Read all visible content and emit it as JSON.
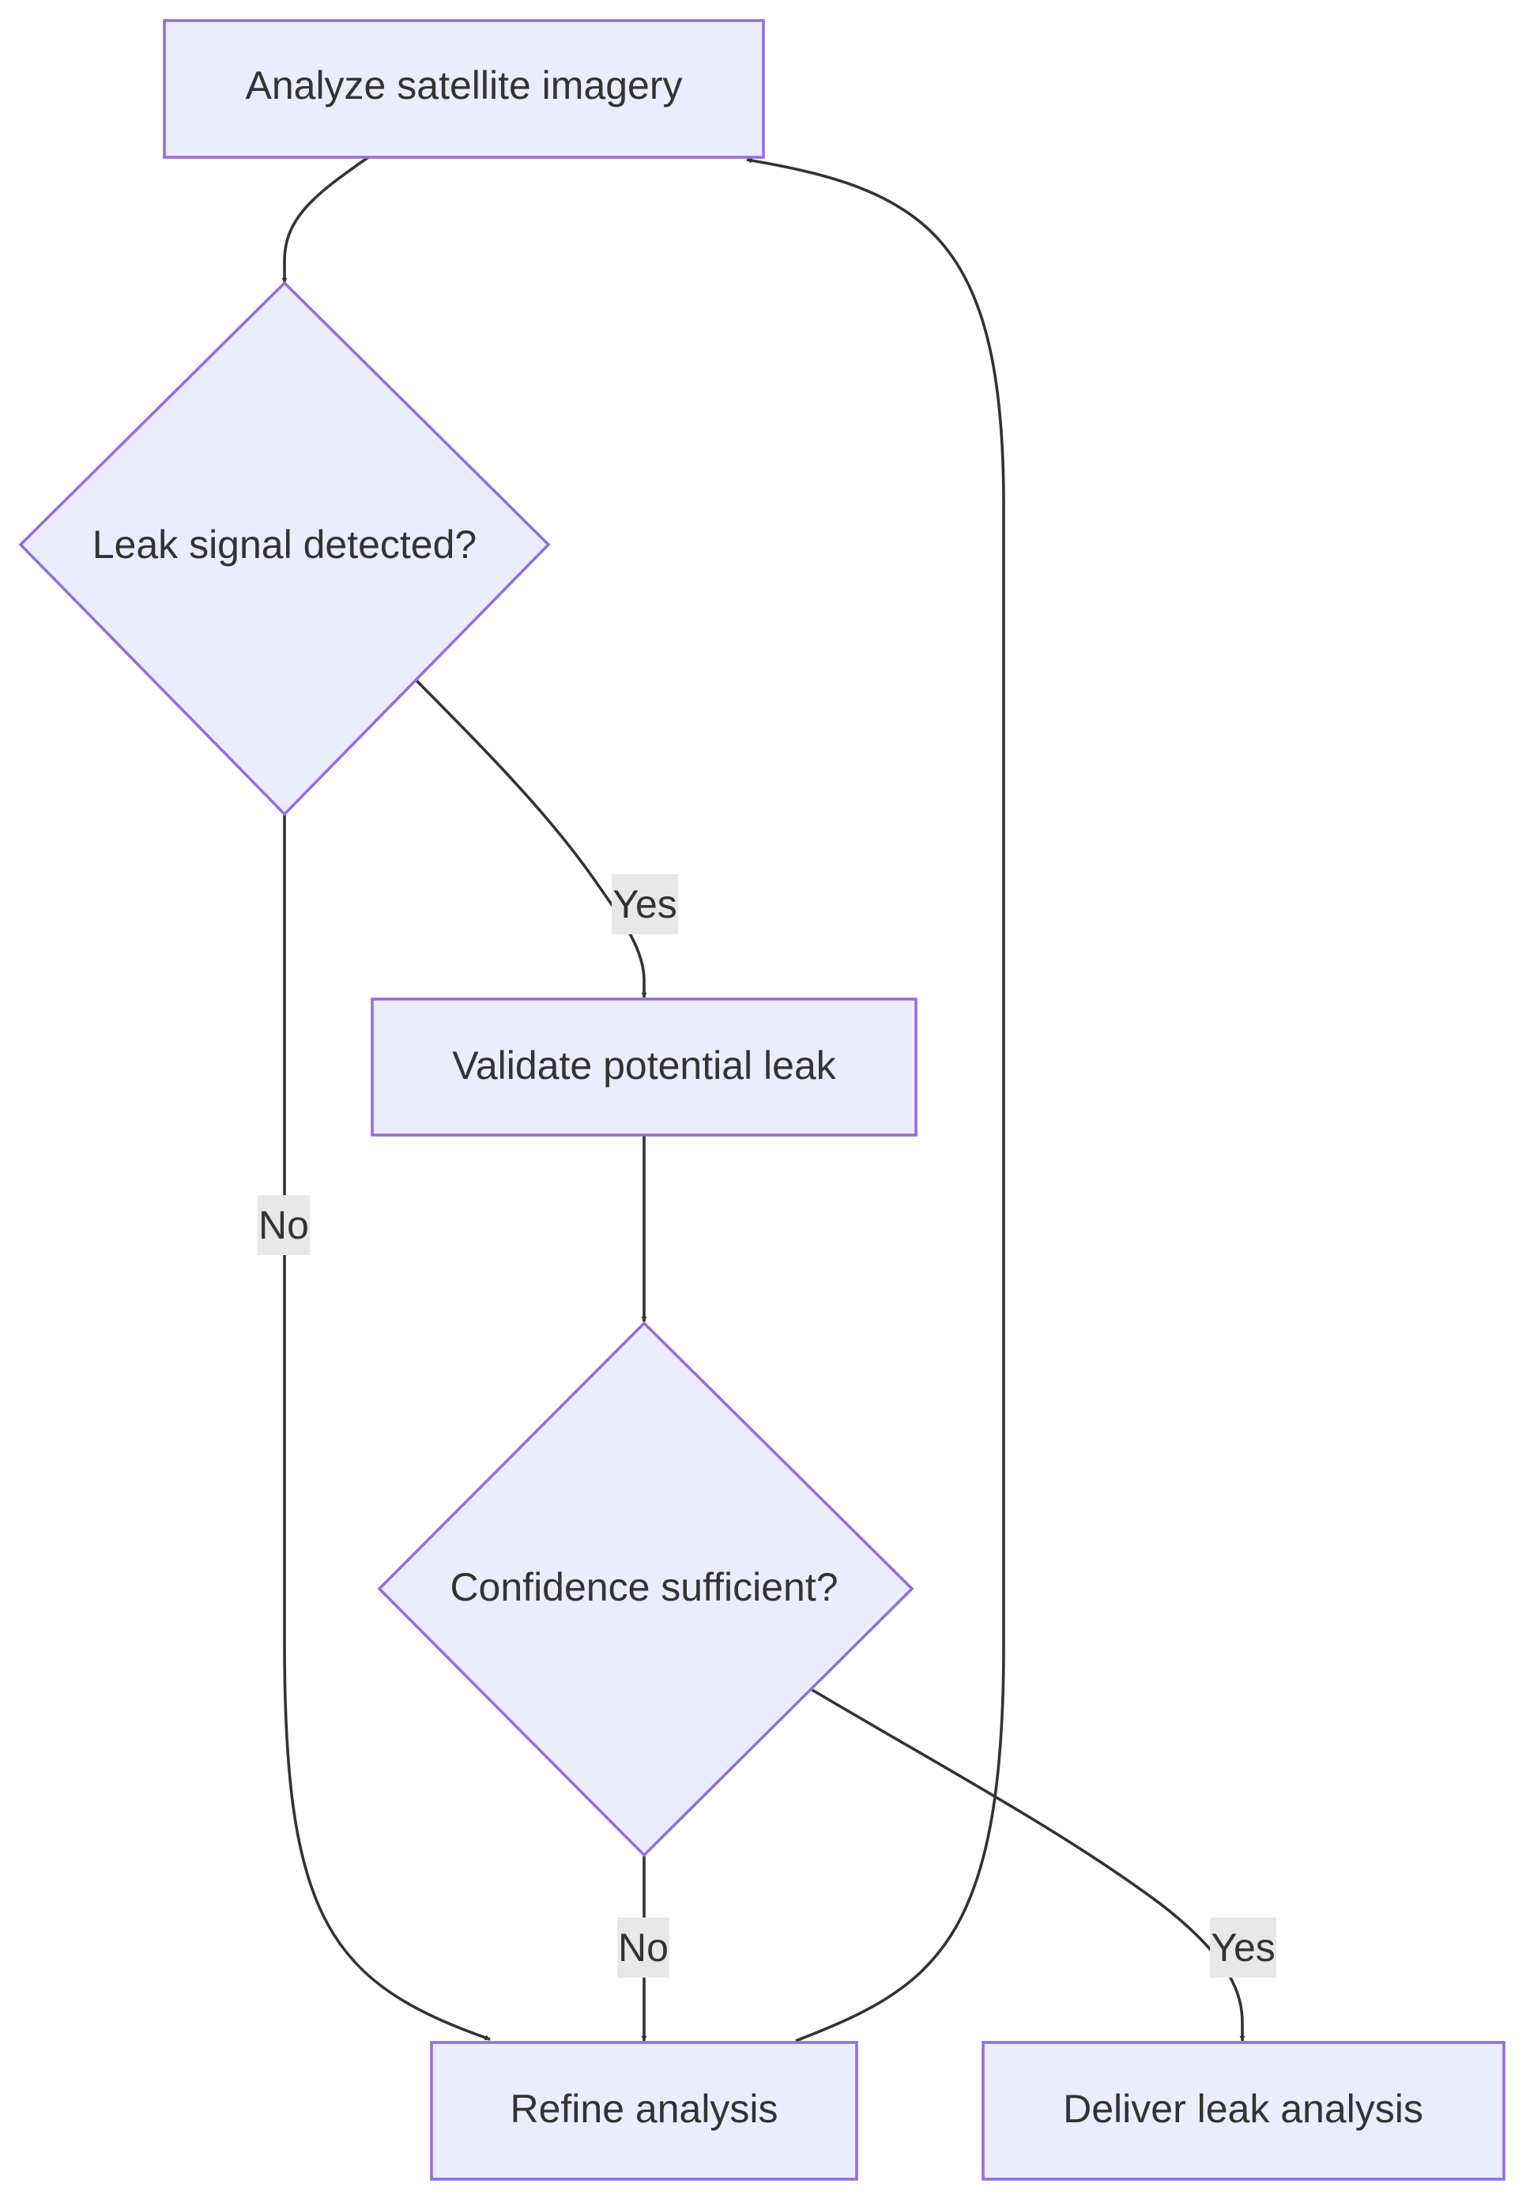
{
  "diagram": {
    "type": "flowchart",
    "colors": {
      "node_fill": "#ececff",
      "node_stroke": "#9370db",
      "edge": "#333333",
      "text": "#333333",
      "label_background": "#e8e8e8"
    },
    "nodes": {
      "analyze": {
        "label": "Analyze satellite imagery",
        "shape": "rectangle"
      },
      "leak_check": {
        "label": "Leak signal detected?",
        "shape": "diamond"
      },
      "validate": {
        "label": "Validate potential leak",
        "shape": "rectangle"
      },
      "confidence_check": {
        "label": "Confidence sufficient?",
        "shape": "diamond"
      },
      "refine": {
        "label": "Refine analysis",
        "shape": "rectangle"
      },
      "deliver": {
        "label": "Deliver leak analysis",
        "shape": "rectangle"
      }
    },
    "edges": {
      "analyze_to_leak_check": {
        "from": "analyze",
        "to": "leak_check",
        "label": ""
      },
      "leak_yes": {
        "from": "leak_check",
        "to": "validate",
        "label": "Yes"
      },
      "leak_no": {
        "from": "leak_check",
        "to": "refine",
        "label": "No"
      },
      "validate_to_confidence": {
        "from": "validate",
        "to": "confidence_check",
        "label": ""
      },
      "confidence_no": {
        "from": "confidence_check",
        "to": "refine",
        "label": "No"
      },
      "confidence_yes": {
        "from": "confidence_check",
        "to": "deliver",
        "label": "Yes"
      },
      "refine_to_analyze": {
        "from": "refine",
        "to": "analyze",
        "label": ""
      }
    }
  }
}
